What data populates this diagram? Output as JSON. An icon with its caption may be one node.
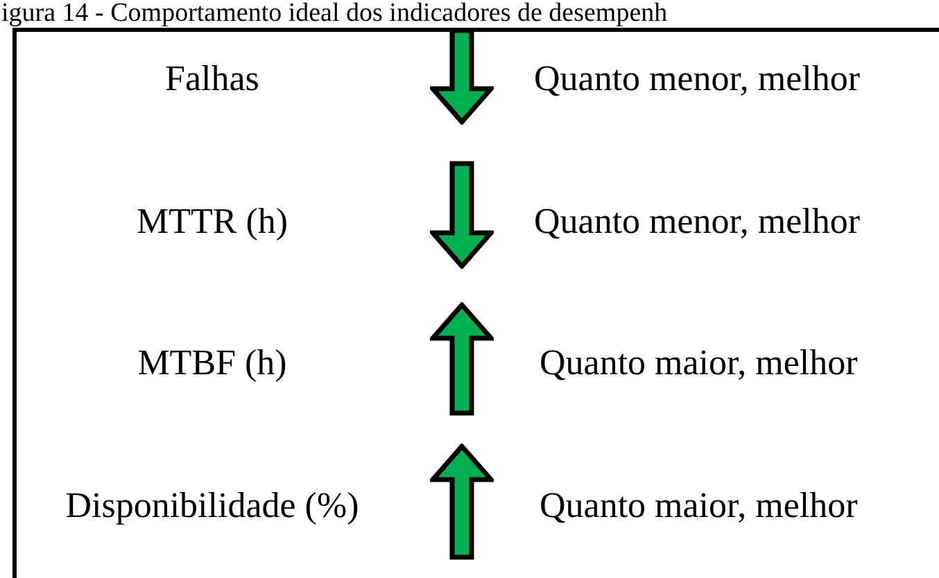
{
  "diagram": {
    "title": "igura 14 - Comportamento ideal dos indicadores de desempenh",
    "labels": [
      "Falhas",
      "Quanto menor, melhor",
      "MTTR (h)",
      "Quanto menor, melhor",
      "MTBF (h)",
      "Quanto maior, melhor",
      "Disponibilidade (%)",
      "Quanto maior, melhor"
    ]
  }
}
